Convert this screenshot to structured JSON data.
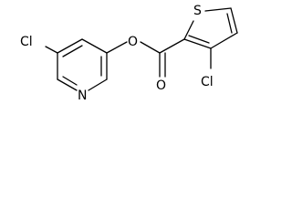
{
  "molecule": {
    "atoms": {
      "cl_pyridine": "Cl",
      "n_pyridine": "N",
      "o_ester": "O",
      "o_carbonyl": "O",
      "s_thiophene": "S",
      "cl_thiophene": "Cl"
    }
  }
}
